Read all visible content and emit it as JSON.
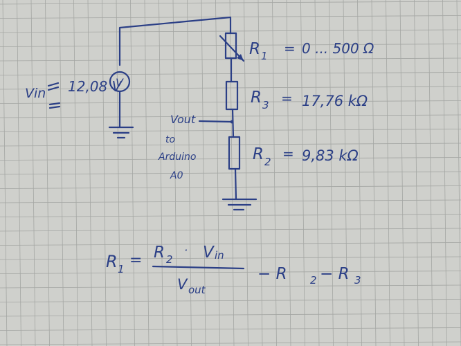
{
  "source": {
    "label": "Vin",
    "value": "12,08 V",
    "symbol": "V"
  },
  "resistors": [
    {
      "name": "R",
      "sub": "1",
      "eq": "=",
      "value": "0 ... 500 Ω"
    },
    {
      "name": "R",
      "sub": "3",
      "eq": "=",
      "value": "17,76 kΩ"
    },
    {
      "name": "R",
      "sub": "2",
      "eq": "=",
      "value": "9,83 kΩ"
    }
  ],
  "output": {
    "label": "Vout",
    "note_1": "to",
    "note_2": "Arduino",
    "note_3": "A0"
  },
  "formula": {
    "lhs": "R",
    "lhs_sub": "1",
    "eq": "=",
    "numerator": "R",
    "numerator_sub": "2",
    "numerator_op": "·",
    "numerator_var": "V",
    "numerator_var_sub": "in",
    "denominator": "V",
    "denominator_sub": "out",
    "tail_1": "−  R",
    "tail_1_sub": "2",
    "tail_2": "−  R",
    "tail_2_sub": "3"
  },
  "colors": {
    "ink": "#2b3f86",
    "paper": "#cfd0cc",
    "grid": "#a4a6a3"
  }
}
